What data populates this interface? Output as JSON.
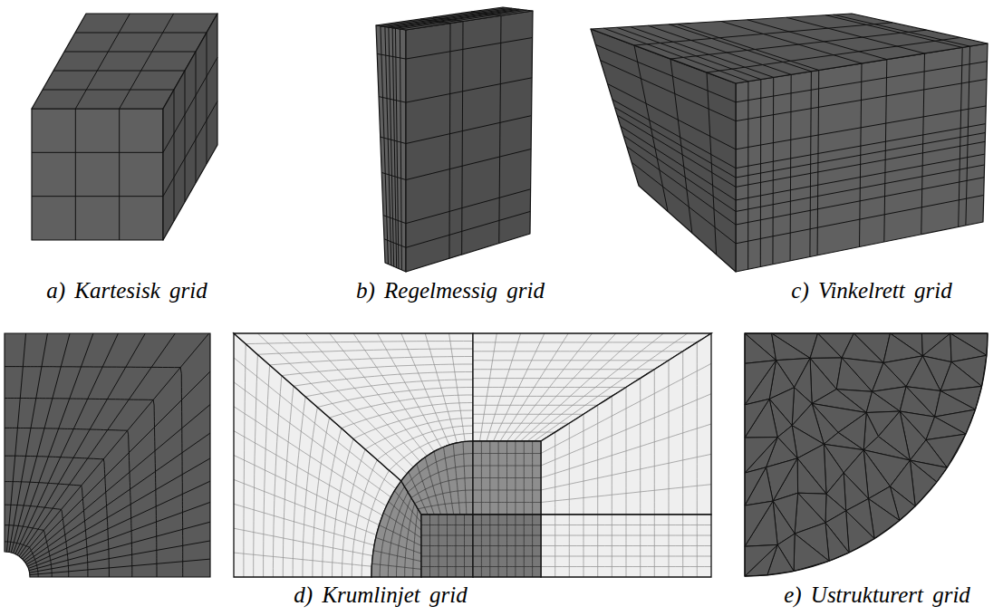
{
  "diagram": {
    "labels": [
      "a) Kartesisk grid",
      "b) Regelmessig grid",
      "c) Vinkelrett grid",
      "d) Krumlinjet grid",
      "e) Ustrukturert grid"
    ]
  }
}
